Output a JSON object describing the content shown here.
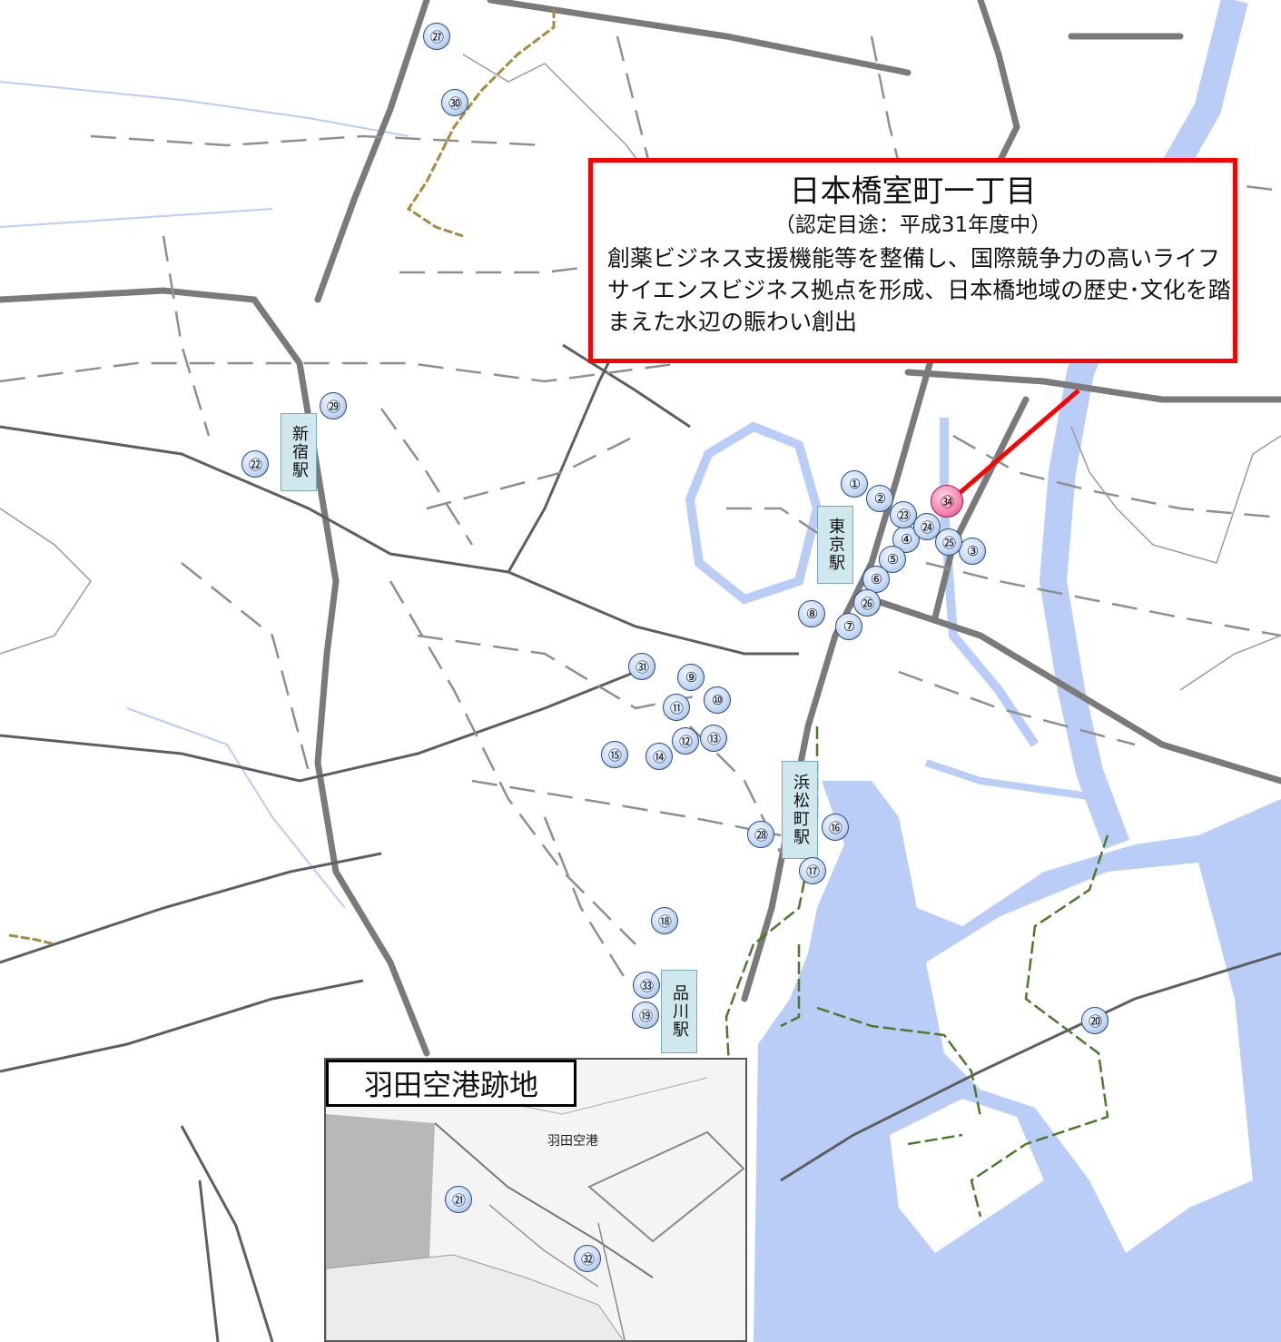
{
  "callout": {
    "title": "日本橋室町一丁目",
    "subtitle": "（認定目途：平成31年度中）",
    "body": "創薬ビジネス支援機能等を整備し、国際競争力の高いライフサイエンスビジネス拠点を形成、日本橋地域の歴史･文化を踏まえた水辺の賑わい創出"
  },
  "stations": {
    "shinjuku": "新宿駅",
    "tokyo": "東京駅",
    "hamamatsucho": "浜松町駅",
    "shinagawa": "品川駅"
  },
  "inset": {
    "title": "羽田空港跡地",
    "label": "羽田空港"
  },
  "markers": [
    {
      "label": "①"
    },
    {
      "label": "②"
    },
    {
      "label": "③"
    },
    {
      "label": "④"
    },
    {
      "label": "⑤"
    },
    {
      "label": "⑥"
    },
    {
      "label": "⑦"
    },
    {
      "label": "⑧"
    },
    {
      "label": "⑨"
    },
    {
      "label": "⑩"
    },
    {
      "label": "⑪"
    },
    {
      "label": "⑫"
    },
    {
      "label": "⑬"
    },
    {
      "label": "⑭"
    },
    {
      "label": "⑮"
    },
    {
      "label": "⑯"
    },
    {
      "label": "⑰"
    },
    {
      "label": "⑱"
    },
    {
      "label": "⑲"
    },
    {
      "label": "⑳"
    },
    {
      "label": "㉑"
    },
    {
      "label": "㉒"
    },
    {
      "label": "㉓"
    },
    {
      "label": "㉔"
    },
    {
      "label": "㉕"
    },
    {
      "label": "㉖"
    },
    {
      "label": "㉗"
    },
    {
      "label": "㉘"
    },
    {
      "label": "㉙"
    },
    {
      "label": "㉚"
    },
    {
      "label": "㉛"
    },
    {
      "label": "㉜"
    },
    {
      "label": "㉝"
    },
    {
      "label": "㉞"
    }
  ],
  "colors": {
    "water": "#b9cdf7",
    "road": "#808080",
    "callout_border": "#ff0000",
    "marker_fill": "#c8dcf5",
    "highlight_fill": "#f58cb3"
  }
}
